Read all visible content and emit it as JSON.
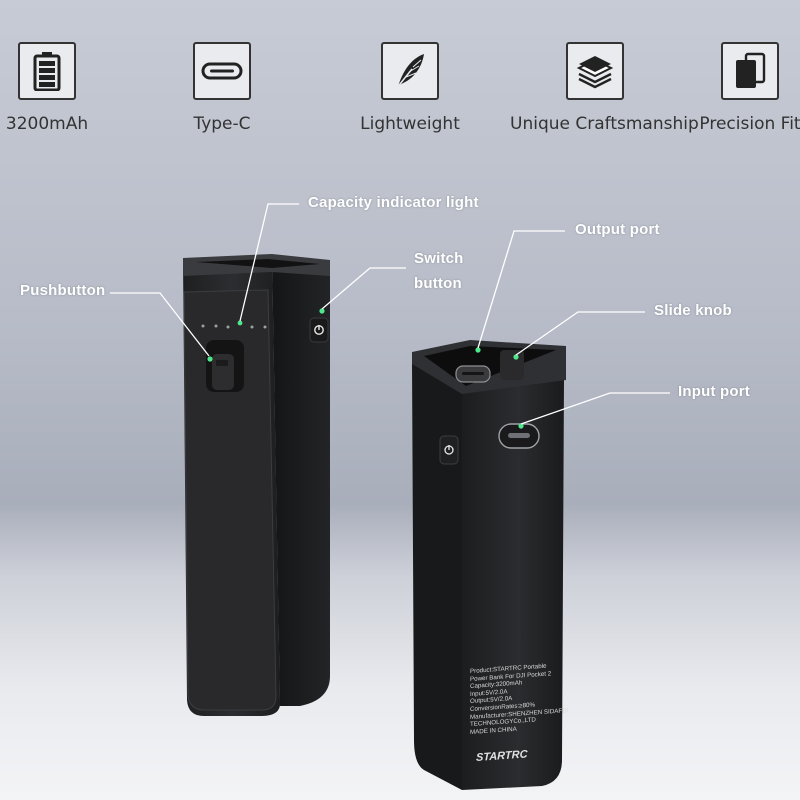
{
  "features": [
    {
      "label": "3200mAh",
      "icon": "battery-icon"
    },
    {
      "label": "Type-C",
      "icon": "usb-c-icon"
    },
    {
      "label": "Lightweight",
      "icon": "feather-icon"
    },
    {
      "label": "Unique Craftsmanship",
      "icon": "layers-icon"
    },
    {
      "label": "Precision Fit",
      "icon": "stacked-cards-icon"
    }
  ],
  "callouts": {
    "capacity": "Capacity indicator light",
    "switch_line1": "Switch",
    "switch_line2": "button",
    "pushbutton": "Pushbutton",
    "output": "Output port",
    "slide": "Slide knob",
    "input": "Input port"
  },
  "spec_label": {
    "lines": [
      "Product:STARTRC Portable",
      "Power Bank For DJI Pocket 2",
      "Capacity:3200mAh",
      "Input:5V/2.0A",
      "Output:5V/2.0A",
      "ConversionRates:≥80%",
      "Manufacturer:SHENZHEN SIDAFEI",
      "TECHNOLOGYCo.,LTD",
      "MADE IN CHINA"
    ],
    "brand": "STARTRC"
  },
  "colors": {
    "callout_text": "#ffffff",
    "indicator": "#4ee88a",
    "device_body": "#262729"
  }
}
